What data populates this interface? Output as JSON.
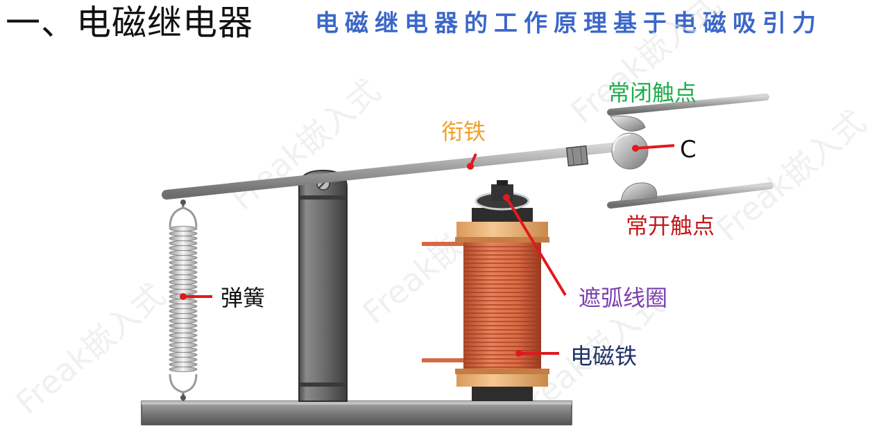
{
  "header": {
    "title": "一、电磁继电器",
    "subtitle": "电磁继电器的工作原理基于电磁吸引力"
  },
  "labels": {
    "normally_closed": "常闭触点",
    "armature": "衔铁",
    "common": "C",
    "normally_open": "常开触点",
    "spring": "弹簧",
    "shading_coil": "遮弧线圈",
    "electromagnet": "电磁铁"
  },
  "watermark": "Freak嵌入式",
  "colors": {
    "title_sub": "#3b67c8",
    "normally_closed": "#1fae4a",
    "armature": "#f0a12a",
    "normally_open": "#c11a1a",
    "shading_coil": "#7a3fb0",
    "electromagnet": "#1e3268",
    "pointer": "#e0191f"
  }
}
